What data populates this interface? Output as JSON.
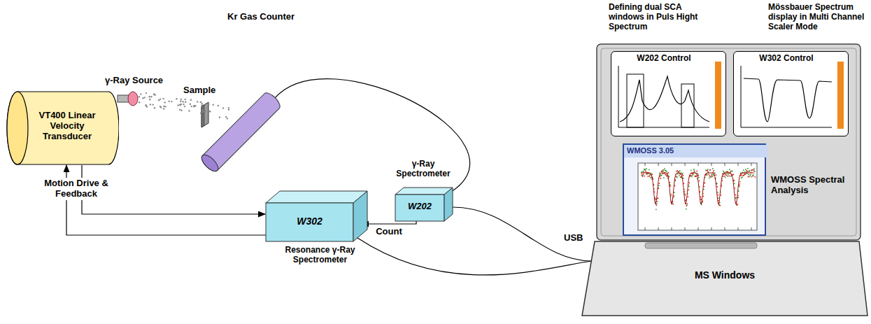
{
  "diagram": {
    "nodes": [
      {
        "text": [
          "VT400 Linear Velocity Transducer"
        ]
      },
      {
        "text": [
          "Kr Gas Counter"
        ]
      },
      {
        "text": [
          "γ-Ray Spectrometer",
          "W202"
        ]
      },
      {
        "text": [
          "W302",
          "Resonance γ-Ray Spectrometer"
        ]
      },
      {
        "text": [
          "W202 Control"
        ]
      },
      {
        "text": [
          "W302 Control"
        ]
      },
      {
        "text": [
          "WMOSS 3.05"
        ]
      },
      {
        "text": [
          "MS Windows"
        ]
      }
    ],
    "edges": [
      {
        "from": 1,
        "to": 2,
        "arrow": "none"
      },
      {
        "from": 2,
        "to": 3,
        "arrow": "to",
        "label": "Count"
      },
      {
        "from": 3,
        "to": 0,
        "arrow": "to"
      },
      {
        "from": 0,
        "to": 3,
        "arrow": "to"
      },
      {
        "from": 2,
        "to": 7,
        "arrow": "none"
      },
      {
        "from": 3,
        "to": 7,
        "arrow": "none"
      }
    ],
    "labels": [
      "γ-Ray Source",
      "Sample",
      "Motion Drive & Feedback",
      "USB",
      "Defining dual SCA windows in Puls Hight Spectrum",
      "Mössbauer Spectrum display in Multi Channel Scaler Mode",
      "WMOSS Spectral Analysis"
    ]
  }
}
